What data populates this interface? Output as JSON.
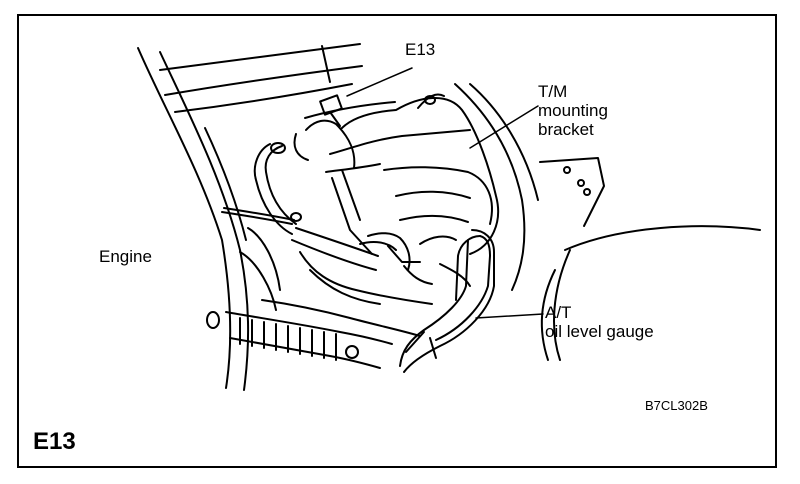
{
  "labels": {
    "connector": "E13",
    "bracket_line1": "T/M",
    "bracket_line2": "mounting",
    "bracket_line3": "bracket",
    "engine": "Engine",
    "gauge_line1": "A/T",
    "gauge_line2": "oil level gauge"
  },
  "figure_code": "B7CL302B",
  "title": "E13"
}
